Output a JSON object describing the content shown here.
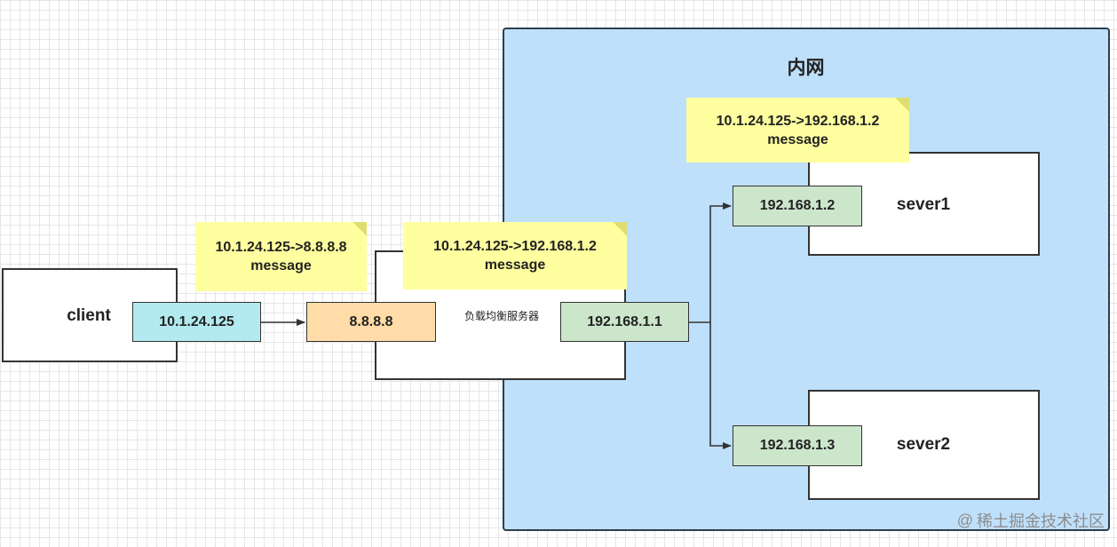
{
  "intranet": {
    "title": "内网"
  },
  "client": {
    "label": "client",
    "ip": "10.1.24.125"
  },
  "load_balancer": {
    "label": "负载均衡服务器",
    "public_ip": "8.8.8.8",
    "private_ip": "192.168.1.1"
  },
  "servers": [
    {
      "label": "sever1",
      "ip": "192.168.1.2"
    },
    {
      "label": "sever2",
      "ip": "192.168.1.3"
    }
  ],
  "notes": {
    "client_to_lb": {
      "line1": "10.1.24.125->8.8.8.8",
      "line2": "message"
    },
    "lb_forward": {
      "line1": "10.1.24.125->192.168.1.2",
      "line2": "message"
    },
    "at_sever1": {
      "line1": "10.1.24.125->192.168.1.2",
      "line2": "message"
    }
  },
  "watermark": {
    "text": "稀土掘金技术社区",
    "prefix": "@"
  },
  "colors": {
    "intranet_fill": "#bfe0fb",
    "client_ip_fill": "#b3eaf0",
    "public_ip_fill": "#ffdca8",
    "private_ip_fill": "#cce6cc",
    "note_fill": "#ffff9f"
  }
}
